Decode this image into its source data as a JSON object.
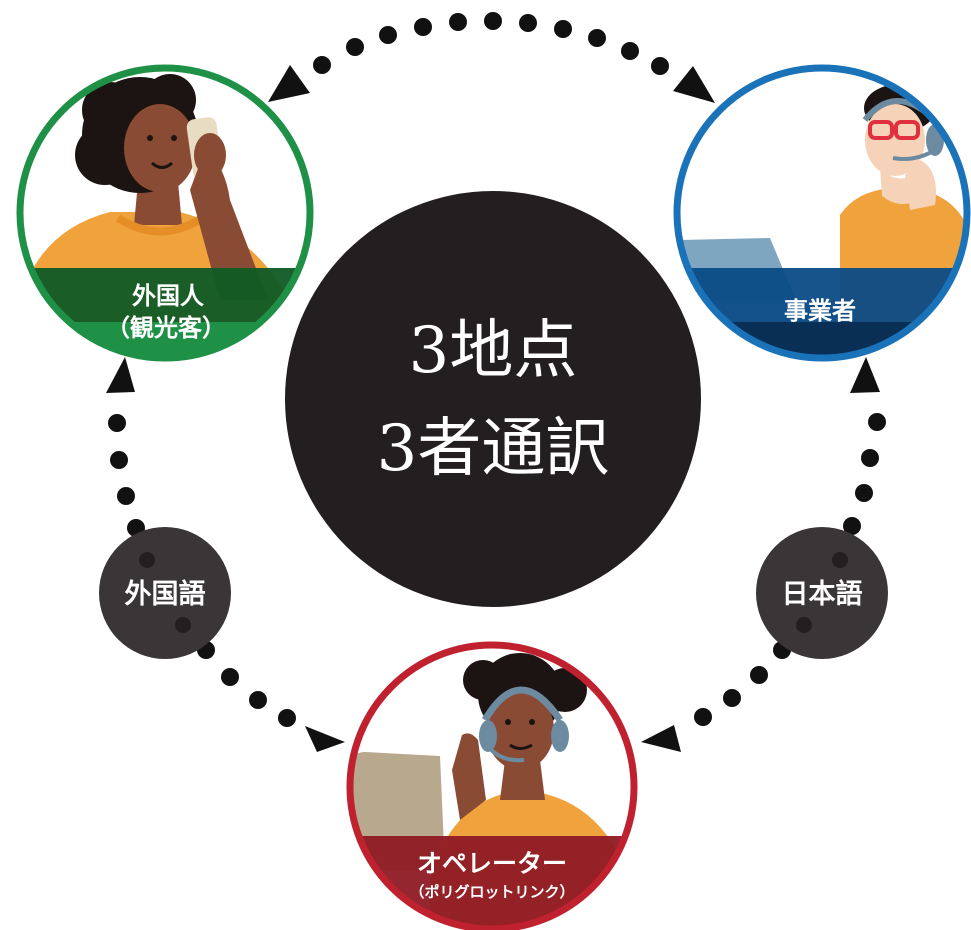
{
  "center": {
    "line1": "3地点",
    "line2": "3者通訳"
  },
  "nodes": {
    "foreigner": {
      "line1": "外国人",
      "line2": "（観光客）",
      "ring_color": "#1f9147"
    },
    "business": {
      "label": "事業者",
      "ring_color": "#1a72b9"
    },
    "operator": {
      "line1": "オペレーター",
      "line2": "（ポリグロットリンク）",
      "ring_color": "#c0212f"
    }
  },
  "languages": {
    "left": "外国語",
    "right": "日本語"
  }
}
